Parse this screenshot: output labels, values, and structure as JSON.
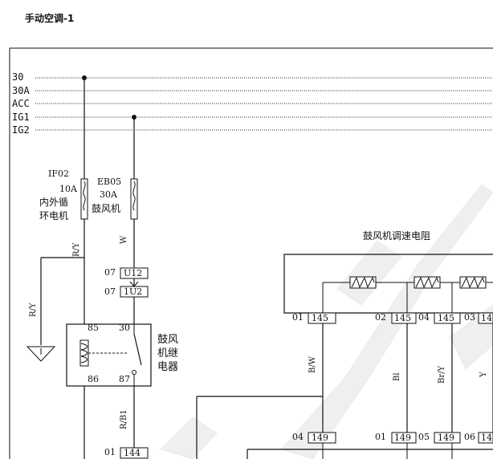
{
  "page": {
    "title": "手动空调-1"
  },
  "bus_lines": [
    "30",
    "30A",
    "ACC",
    "IG1",
    "IG2"
  ],
  "fuses": {
    "if02": {
      "name": "IF02",
      "rating": "10A",
      "label_line1": "内外循",
      "label_line2": "环电机"
    },
    "eb05": {
      "name": "EB05",
      "rating": "30A",
      "label": "鼓风机"
    }
  },
  "wires": {
    "ry_vertical": "R/Y",
    "ry_branch": "R/Y",
    "w_main": "W",
    "rb1": "R/B1",
    "bw": "B/W",
    "bl": "Bl",
    "bry": "Br/Y",
    "y": "Y"
  },
  "connectors": {
    "c1": {
      "pin": "07",
      "id": "U12"
    },
    "c2": {
      "pin": "07",
      "id": "1U2"
    },
    "c3": {
      "pin": "01",
      "id": "144"
    },
    "r1": {
      "pin": "01",
      "id": "145"
    },
    "r2": {
      "pin": "02",
      "id": "145"
    },
    "r3": {
      "pin": "04",
      "id": "145"
    },
    "r4": {
      "pin": "03",
      "id": "14"
    },
    "b1": {
      "pin": "04",
      "id": "149"
    },
    "b2": {
      "pin": "01",
      "id": "149"
    },
    "b3": {
      "pin": "05",
      "id": "149"
    },
    "b4": {
      "pin": "06",
      "id": "14"
    }
  },
  "relay": {
    "pin85": "85",
    "pin30": "30",
    "pin86": "86",
    "pin87": "87",
    "label_line1": "鼓风",
    "label_line2": "机继",
    "label_line3": "电器"
  },
  "resistor": {
    "label": "鼓风机调速电阻"
  }
}
